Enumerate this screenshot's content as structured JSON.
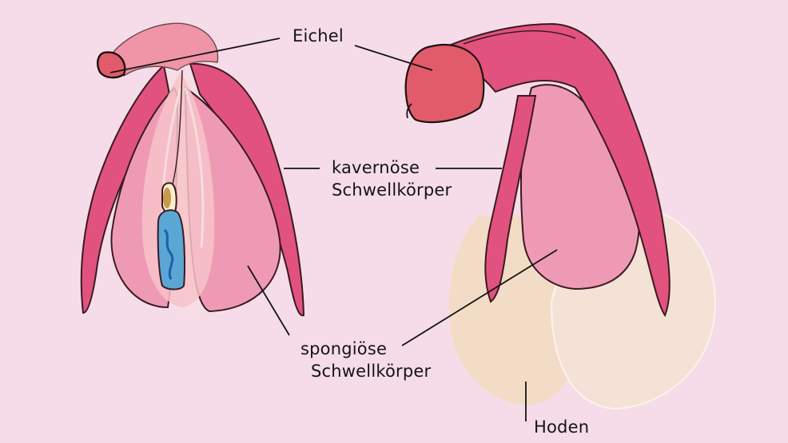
{
  "diagram": {
    "background_color": "#f6dce8",
    "colors": {
      "cavernous_body": "#e2527f",
      "spongy_body": "#ef9ab5",
      "glans": "#e25b6a",
      "glans_female_shaft": "#f094a8",
      "testes": "#f3dcc6",
      "vestibule_blue": "#5aa6d4",
      "outline": "#3a1a22"
    },
    "figures": [
      {
        "id": "female",
        "position": "left"
      },
      {
        "id": "male",
        "position": "right"
      }
    ],
    "labels": {
      "glans": {
        "text": "Eichel"
      },
      "cavernous": {
        "line1": "kavernöse",
        "line2": "Schwellkörper"
      },
      "spongy": {
        "line1": "spongiöse",
        "line2": "Schwellkörper"
      },
      "testes": {
        "text": "Hoden"
      }
    }
  }
}
